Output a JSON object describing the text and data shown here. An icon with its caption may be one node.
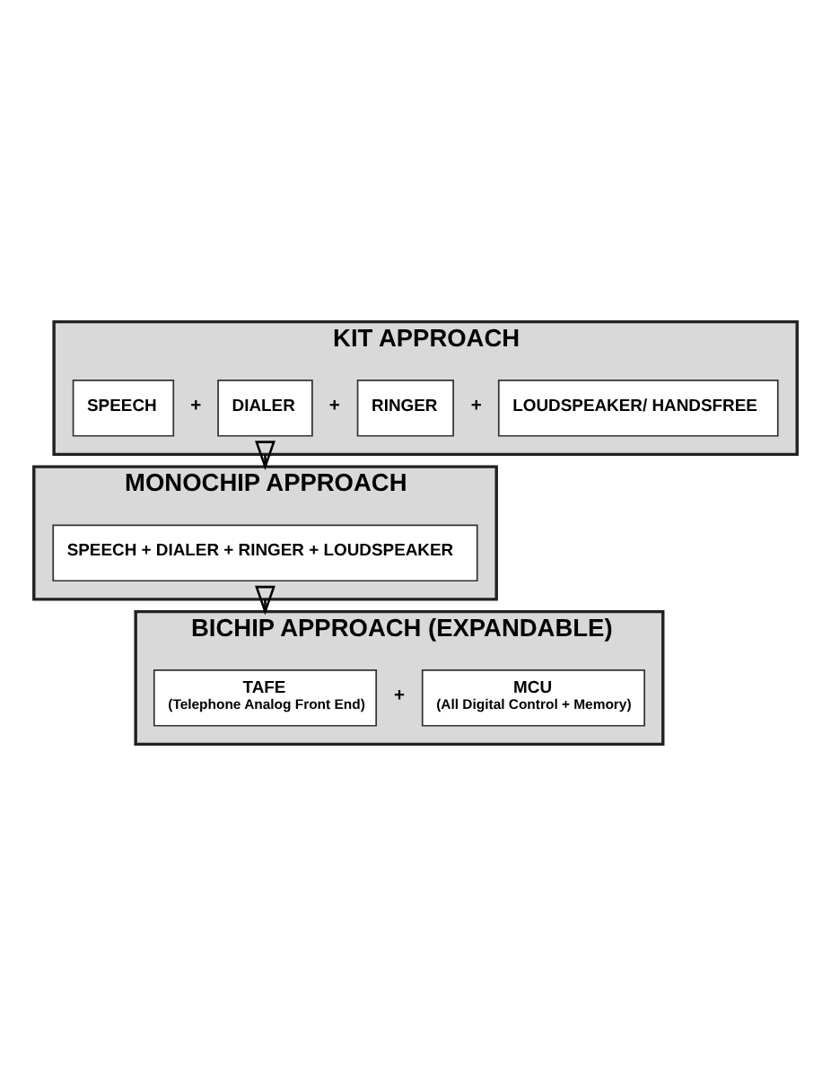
{
  "diagram": {
    "nodes": [
      {
        "text": [
          "KIT APPROACH"
        ]
      },
      {
        "text": [
          "SPEECH"
        ],
        "in": 0
      },
      {
        "text": [
          "DIALER"
        ],
        "in": 0
      },
      {
        "text": [
          "RINGER"
        ],
        "in": 0
      },
      {
        "text": [
          "LOUDSPEAKER/ HANDSFREE"
        ],
        "in": 0
      },
      {
        "text": [
          "MONOCHIP APPROACH"
        ]
      },
      {
        "text": [
          "SPEECH + DIALER + RINGER + LOUDSPEAKER"
        ],
        "in": 5
      },
      {
        "text": [
          "BICHIP APPROACH (EXPANDABLE)"
        ]
      },
      {
        "text": [
          "TAFE",
          "(Telephone Analog Front End)"
        ],
        "in": 7
      },
      {
        "text": [
          "MCU",
          "(All Digital Control + Memory)"
        ],
        "in": 7
      }
    ],
    "edges": [
      {
        "from": 0,
        "to": 5,
        "arrow": "to"
      },
      {
        "from": 5,
        "to": 7,
        "arrow": "to"
      }
    ],
    "labels": [
      "+",
      "+",
      "+",
      "+"
    ]
  }
}
